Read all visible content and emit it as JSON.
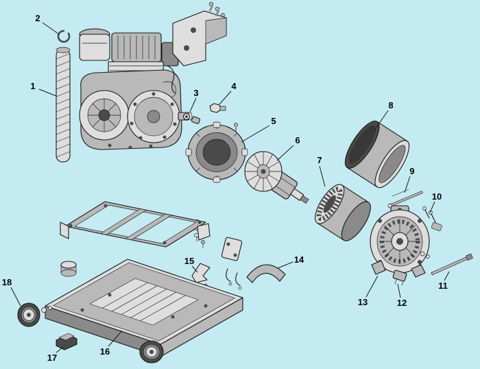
{
  "colors": {
    "background": "#c5ebf2",
    "outline": "#161616",
    "part_light": "#dedede",
    "part_mid": "#b9b9b9",
    "part_dark": "#8a8a8a",
    "part_deep": "#4a4a4a",
    "label_color": "#000000"
  },
  "callouts": [
    {
      "label": "1"
    },
    {
      "label": "2"
    },
    {
      "label": "3"
    },
    {
      "label": "4"
    },
    {
      "label": "5"
    },
    {
      "label": "6"
    },
    {
      "label": "7"
    },
    {
      "label": "8"
    },
    {
      "label": "9"
    },
    {
      "label": "10"
    },
    {
      "label": "11"
    },
    {
      "label": "12"
    },
    {
      "label": "13"
    },
    {
      "label": "14"
    },
    {
      "label": "15"
    },
    {
      "label": "16"
    },
    {
      "label": "17"
    },
    {
      "label": "18"
    }
  ]
}
